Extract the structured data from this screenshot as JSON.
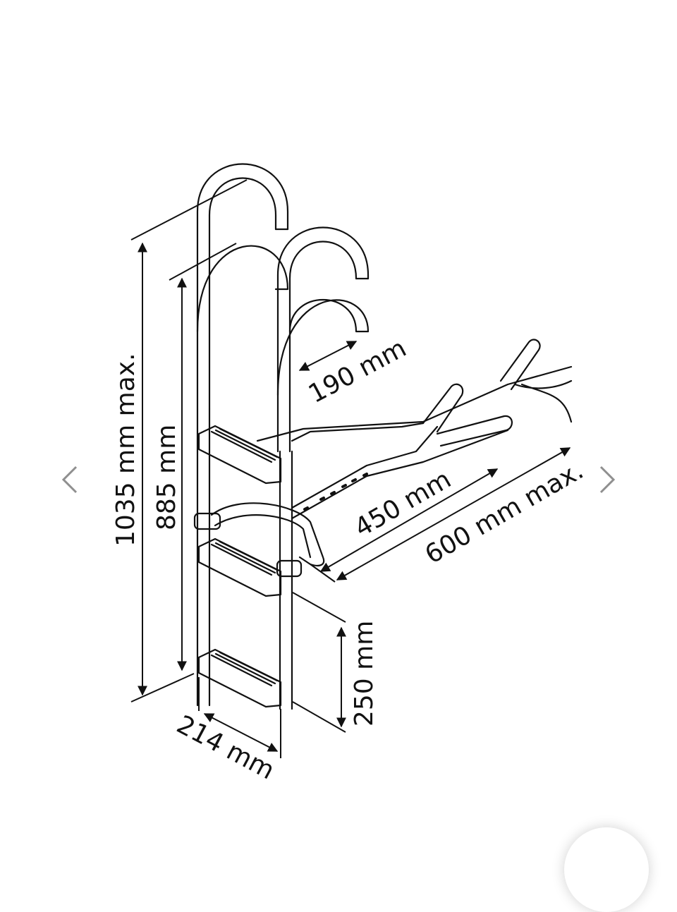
{
  "viewer": {
    "prev_icon": "chevron-left-icon",
    "next_icon": "chevron-right-icon",
    "colors": {
      "line": "#111111",
      "arrow": "#8f8f8f",
      "background": "#ffffff"
    }
  },
  "dimensions": {
    "total_height": "1035 mm max.",
    "inner_height": "885 mm",
    "handle_spacing": "190 mm",
    "hook_length": "450 mm",
    "hook_reach": "600 mm max.",
    "step_spacing": "250 mm",
    "step_width": "214 mm"
  }
}
